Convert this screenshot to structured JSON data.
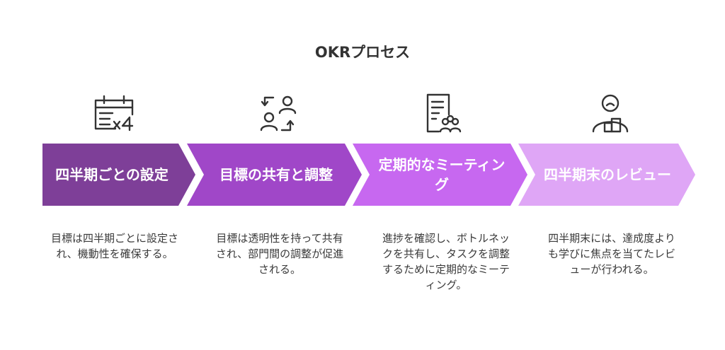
{
  "diagram": {
    "title": "OKRプロセス",
    "steps": [
      {
        "label": "四半期ごとの設定",
        "description": "目標は四半期ごとに設定され、機動性を確保する。",
        "icon": "calendar-x4-icon",
        "color": "#7e3f98"
      },
      {
        "label": "目標の共有と調整",
        "description": "目標は透明性を持って共有され、部門間の調整が促進される。",
        "icon": "people-exchange-icon",
        "color": "#a047c8"
      },
      {
        "label": "定期的なミーティング",
        "description": "進捗を確認し、ボトルネックを共有し、タスクを調整するために定期的なミーティング。",
        "icon": "document-group-icon",
        "color": "#c768f0"
      },
      {
        "label": "四半期末のレビュー",
        "description": "四半期末には、達成度よりも学びに焦点を当てたレビューが行われる。",
        "icon": "person-review-icon",
        "color": "#dfa6f6"
      }
    ]
  }
}
